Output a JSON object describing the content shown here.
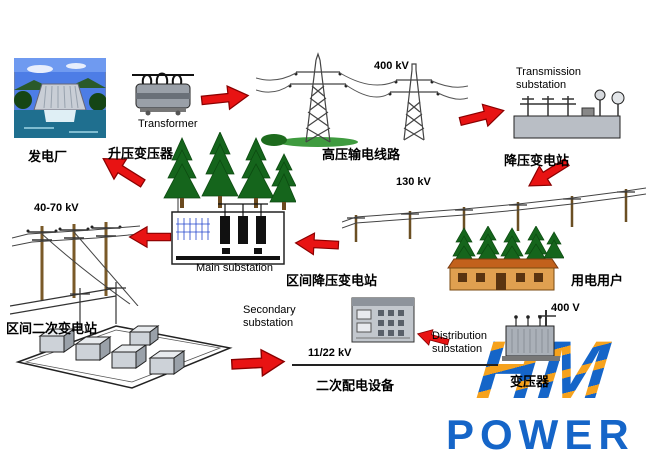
{
  "stages": {
    "power_plant": {
      "name_cn": "发电厂"
    },
    "step_up_transformer": {
      "name_en": "Transformer",
      "name_cn": "升压变压器"
    },
    "transmission_line": {
      "voltage": "400 kV",
      "name_cn": "高压输电线路"
    },
    "transmission_substation": {
      "name_en": "Transmission substation",
      "name_cn": "降压变电站"
    },
    "subtransmission_line": {
      "voltage": "130 kV"
    },
    "main_substation": {
      "name_en": "Main substation",
      "name_cn": "区间降压变电站"
    },
    "medium_voltage_line": {
      "voltage": "40-70 kV"
    },
    "secondary_substation": {
      "name_cn": "区间二次变电站",
      "name_en": "Secondary substation"
    },
    "feeder": {
      "voltage": "11/22 kV"
    },
    "secondary_distribution_equipment": {
      "name_cn": "二次配电设备"
    },
    "distribution_substation": {
      "name_en": "Distribution substation"
    },
    "distribution_transformer": {
      "name_cn": "变压器",
      "voltage": "400 V"
    },
    "consumers": {
      "name_cn": "用电用户"
    }
  },
  "logo": {
    "line1": "HM",
    "line2": "POWER"
  },
  "colors": {
    "arrow_red": "#e81313",
    "logo_blue": "#1565c8",
    "logo_orange": "#f6a21d",
    "tree_green": "#15651c"
  }
}
